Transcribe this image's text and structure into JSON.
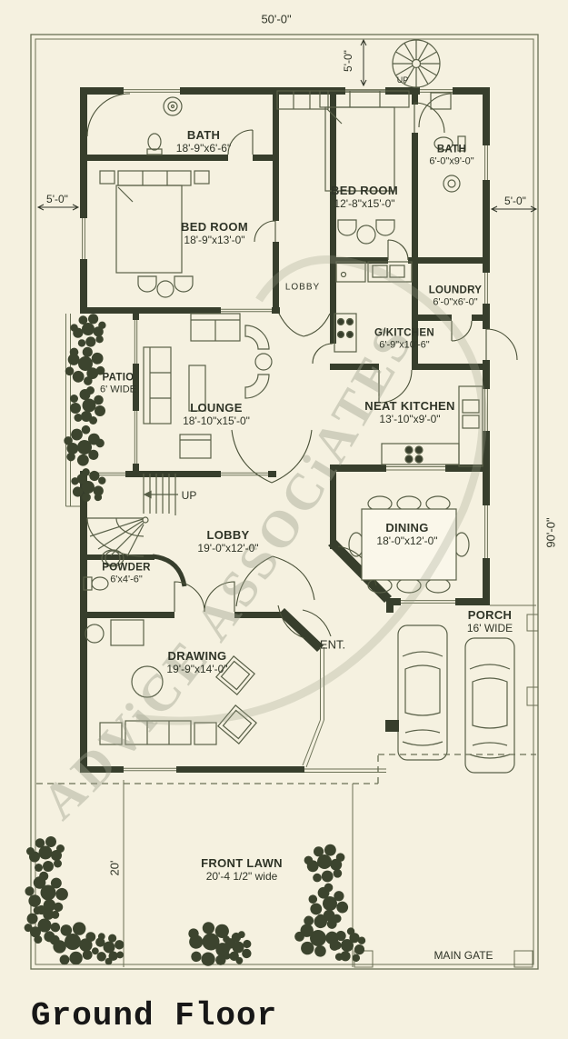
{
  "title": "Ground Floor",
  "watermark": "ADViCE ASSOCiATES",
  "colors": {
    "background": "#f5f1e0",
    "wall": "#373e2c",
    "line": "#6a7055",
    "text": "#2f3427",
    "watermark": "#9a9d8a"
  },
  "dimensions": {
    "plot_width": "50'-0\"",
    "top_setback": "5'-0\"",
    "left_setback": "5'-0\"",
    "right_setback": "5'-0\"",
    "plot_depth": "90'-0\"",
    "lawn_depth": "20'"
  },
  "rooms": [
    {
      "id": "bath-top-left",
      "name": "BATH",
      "size": "18'-9\"x6'-6\""
    },
    {
      "id": "bedroom-left",
      "name": "BED ROOM",
      "size": "18'-9\"x13'-0\""
    },
    {
      "id": "bedroom-right",
      "name": "BED ROOM",
      "size": "12'-8\"x15'-0\""
    },
    {
      "id": "bath-right",
      "name": "BATH",
      "size": "6'-0\"x9'-0\""
    },
    {
      "id": "loundry",
      "name": "LOUNDRY",
      "size": "6'-0\"x6'-0\""
    },
    {
      "id": "g-kitchen",
      "name": "G/KITCHEN",
      "size": "6'-9\"x10'-6\""
    },
    {
      "id": "patio",
      "name": "PATIO",
      "size": "6' WIDE"
    },
    {
      "id": "lounge",
      "name": "LOUNGE",
      "size": "18'-10\"x15'-0\""
    },
    {
      "id": "neat-kitchen",
      "name": "NEAT KITCHEN",
      "size": "13'-10\"x9'-0\""
    },
    {
      "id": "lobby",
      "name": "LOBBY",
      "size": "19'-0\"x12'-0\""
    },
    {
      "id": "powder",
      "name": "POWDER",
      "size": "6'x4'-6\""
    },
    {
      "id": "dining",
      "name": "DINING",
      "size": "18'-0\"x12'-0\""
    },
    {
      "id": "drawing",
      "name": "DRAWING",
      "size": "19'-9\"x14'-0\""
    },
    {
      "id": "porch",
      "name": "PORCH",
      "size": "16' WIDE"
    },
    {
      "id": "front-lawn",
      "name": "FRONT LAWN",
      "size": "20'-4 1/2\" wide"
    }
  ],
  "labels": {
    "corridor_lobby": "LOBBY",
    "stair_up": "UP",
    "spiral_up": "UP",
    "entrance": "ENT.",
    "main_gate": "MAIN GATE"
  }
}
